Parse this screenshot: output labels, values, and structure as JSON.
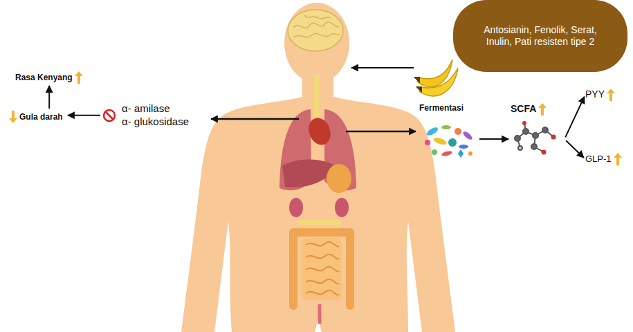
{
  "diagram": {
    "nodes": [
      {
        "text": [
          "Antosianin, Fenolik, Serat, Inulin, Pati resisten tipe 2"
        ]
      },
      {
        "text": [
          "Rasa Kenyang"
        ]
      },
      {
        "text": [
          "Gula darah"
        ]
      },
      {
        "text": [
          "α- amilase",
          "α- glukosidase"
        ]
      },
      {
        "text": [
          "Fermentasi"
        ]
      },
      {
        "text": [
          "SCFA"
        ]
      },
      {
        "text": [
          "PYY"
        ]
      },
      {
        "text": [
          "GLP-1"
        ]
      }
    ],
    "edges": [
      {
        "from": 2,
        "to": 1,
        "arrow": "to"
      },
      {
        "from": 3,
        "to": 2,
        "arrow": "to"
      },
      {
        "from": 4,
        "to": 5,
        "arrow": "to"
      },
      {
        "from": 5,
        "to": 6,
        "arrow": "to"
      },
      {
        "from": 5,
        "to": 7,
        "arrow": "to"
      }
    ]
  }
}
